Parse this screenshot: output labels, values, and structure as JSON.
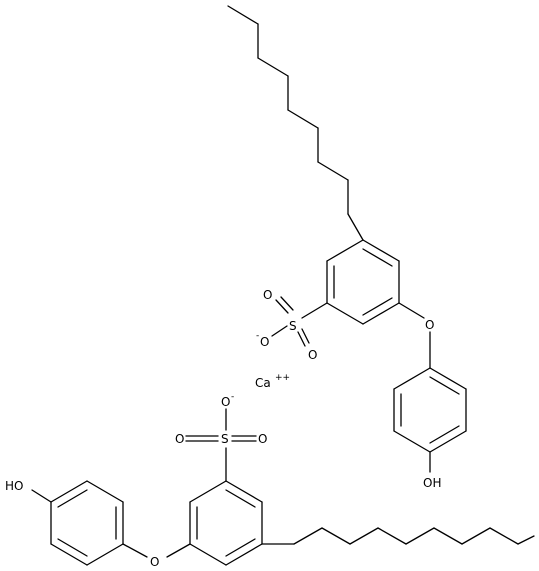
{
  "labels": {
    "o_top_sulfonate_a": "O",
    "s_top": "S",
    "o_top_sulfonate_b": "O",
    "o_top_sulfonate_neg": "O",
    "neg_top": "-",
    "o_top_ether": "O",
    "oh_top": "OH",
    "ca": "Ca",
    "ca_charge": "++",
    "o_bot_sulfonate_neg": "O",
    "neg_bot": "-",
    "o_bot_sulfonate_a": "O",
    "s_bot": "S",
    "o_bot_sulfonate_b": "O",
    "oh_bot": "HO",
    "o_bot_ether": "O"
  }
}
